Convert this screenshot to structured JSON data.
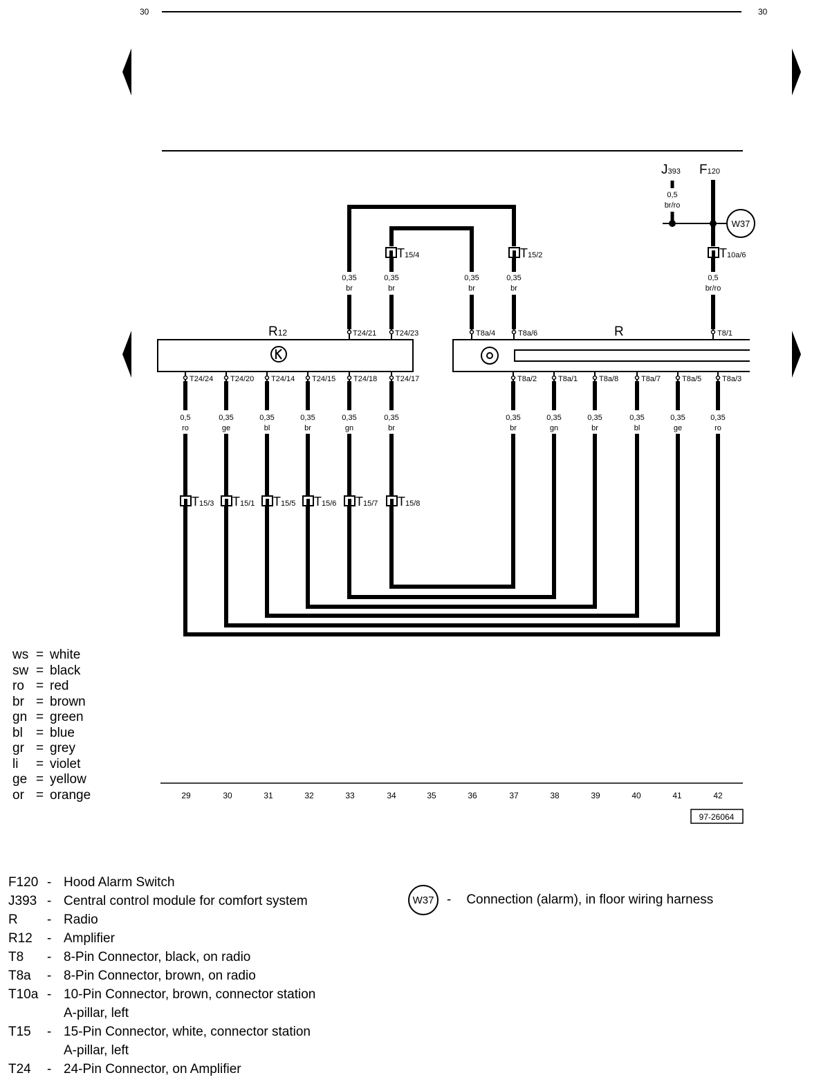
{
  "page": {
    "page_number_left": "30",
    "page_number_right": "30",
    "drawing_number": "97-26064"
  },
  "components": {
    "j393": {
      "code": "J",
      "sub": "393"
    },
    "f120": {
      "code": "F",
      "sub": "120"
    },
    "r12": {
      "code": "R",
      "sub": "12"
    },
    "r": {
      "code": "R"
    },
    "w37": {
      "code": "W37"
    }
  },
  "wires": {
    "j393": {
      "size": "0,5",
      "color": "br/ro"
    },
    "f120": {
      "size": "0,5",
      "color": "br/ro"
    },
    "t24_21": {
      "size": "0,35",
      "color": "br"
    },
    "t24_23": {
      "size": "0,35",
      "color": "br"
    },
    "t8a_4": {
      "size": "0,35",
      "color": "br"
    },
    "t8a_6": {
      "size": "0,35",
      "color": "br"
    },
    "t24_24": {
      "size": "0,5",
      "color": "ro"
    },
    "t24_20": {
      "size": "0,35",
      "color": "ge"
    },
    "t24_14": {
      "size": "0,35",
      "color": "bl"
    },
    "t24_15": {
      "size": "0,35",
      "color": "br"
    },
    "t24_18": {
      "size": "0,35",
      "color": "gn"
    },
    "t24_17": {
      "size": "0,35",
      "color": "br"
    },
    "t8a_2": {
      "size": "0,35",
      "color": "br"
    },
    "t8a_1": {
      "size": "0,35",
      "color": "gn"
    },
    "t8a_8": {
      "size": "0,35",
      "color": "br"
    },
    "t8a_7": {
      "size": "0,35",
      "color": "bl"
    },
    "t8a_5": {
      "size": "0,35",
      "color": "ge"
    },
    "t8a_3": {
      "size": "0,35",
      "color": "ro"
    }
  },
  "pins": {
    "t24_21": "T24/21",
    "t24_23": "T24/23",
    "t8a_4": "T8a/4",
    "t8a_6": "T8a/6",
    "t8_1": "T8/1",
    "t24_24": "T24/24",
    "t24_20": "T24/20",
    "t24_14": "T24/14",
    "t24_15": "T24/15",
    "t24_18": "T24/18",
    "t24_17": "T24/17",
    "t8a_2": "T8a/2",
    "t8a_1": "T8a/1",
    "t8a_8": "T8a/8",
    "t8a_7": "T8a/7",
    "t8a_5": "T8a/5",
    "t8a_3": "T8a/3"
  },
  "connectors": {
    "t15_4": {
      "code": "T",
      "sub": "15/4"
    },
    "t15_2": {
      "code": "T",
      "sub": "15/2"
    },
    "t10a_6": {
      "code": "T",
      "sub": "10a/6"
    },
    "t15_3": {
      "code": "T",
      "sub": "15/3"
    },
    "t15_1": {
      "code": "T",
      "sub": "15/1"
    },
    "t15_5": {
      "code": "T",
      "sub": "15/5"
    },
    "t15_6": {
      "code": "T",
      "sub": "15/6"
    },
    "t15_7": {
      "code": "T",
      "sub": "15/7"
    },
    "t15_8": {
      "code": "T",
      "sub": "15/8"
    }
  },
  "tracks": [
    "29",
    "30",
    "31",
    "32",
    "33",
    "34",
    "35",
    "36",
    "37",
    "38",
    "39",
    "40",
    "41",
    "42"
  ],
  "color_key": [
    {
      "abbr": "ws",
      "name": "white"
    },
    {
      "abbr": "sw",
      "name": "black"
    },
    {
      "abbr": "ro",
      "name": "red"
    },
    {
      "abbr": "br",
      "name": "brown"
    },
    {
      "abbr": "gn",
      "name": "green"
    },
    {
      "abbr": "bl",
      "name": "blue"
    },
    {
      "abbr": "gr",
      "name": "grey"
    },
    {
      "abbr": "li",
      "name": "violet"
    },
    {
      "abbr": "ge",
      "name": "yellow"
    },
    {
      "abbr": "or",
      "name": "orange"
    }
  ],
  "legend": [
    {
      "code": "F120",
      "desc": "Hood Alarm Switch",
      "desc2": ""
    },
    {
      "code": "J393",
      "desc": "Central control module for comfort system",
      "desc2": ""
    },
    {
      "code": "R",
      "desc": "Radio",
      "desc2": ""
    },
    {
      "code": "R12",
      "desc": "Amplifier",
      "desc2": ""
    },
    {
      "code": "T8",
      "desc": "8-Pin Connector, black, on radio",
      "desc2": ""
    },
    {
      "code": "T8a",
      "desc": "8-Pin Connector, brown, on radio",
      "desc2": ""
    },
    {
      "code": "T10a",
      "desc": "10-Pin Connector, brown, connector station",
      "desc2": "A-pillar, left"
    },
    {
      "code": "T15",
      "desc": "15-Pin Connector, white,  connector station",
      "desc2": "A-pillar, left"
    },
    {
      "code": "T24",
      "desc": "24-Pin Connector, on Amplifier",
      "desc2": ""
    }
  ],
  "w37_legend": {
    "symbol": "W37",
    "desc": "Connection (alarm), in floor wiring harness"
  }
}
